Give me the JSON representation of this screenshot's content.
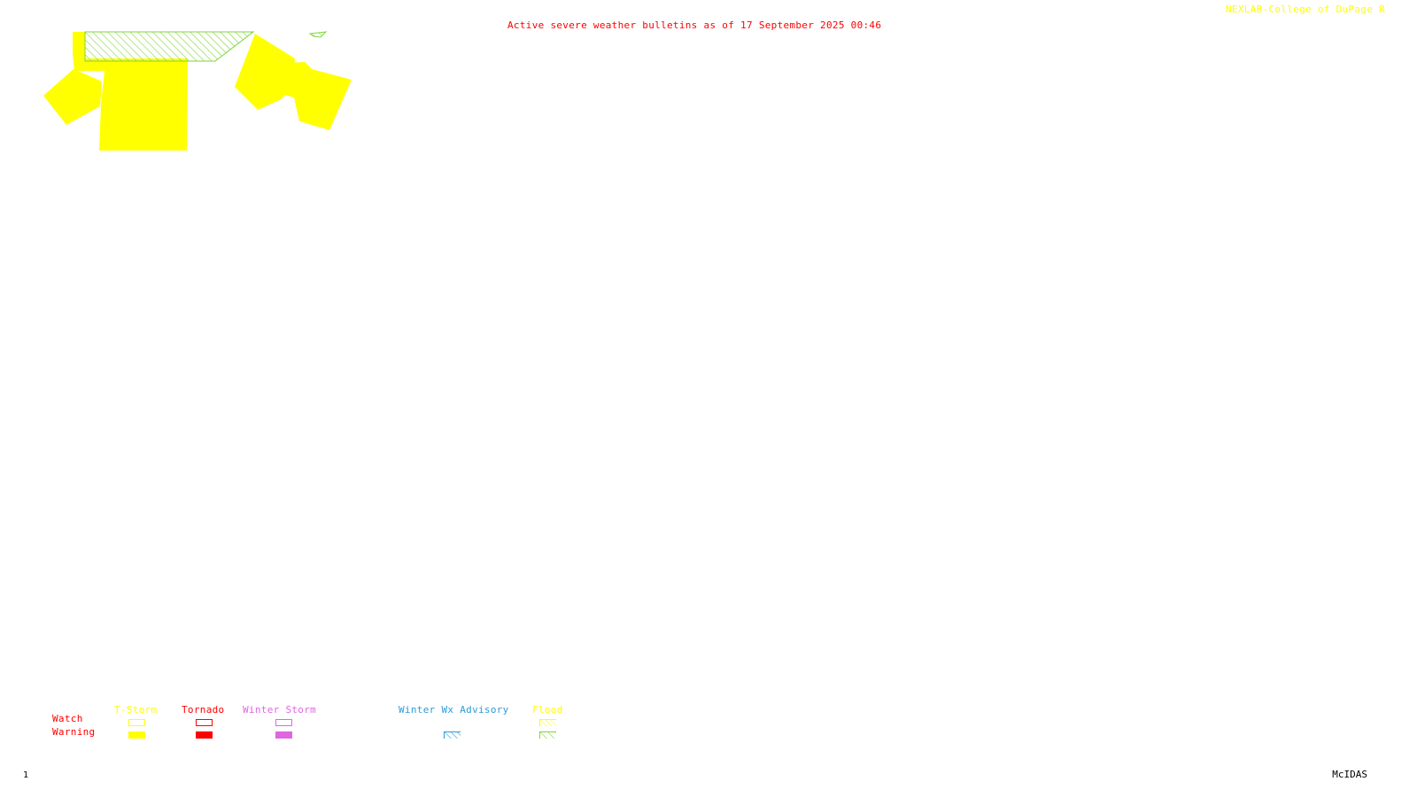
{
  "header": {
    "title": "Active severe weather bulletins as of 17 September 2025 00:46",
    "credit": "NEXLAB-College of DuPage R"
  },
  "colors": {
    "title": "#ff0000",
    "credit": "#ffff00",
    "tstorm": "#ffff00",
    "tornado": "#ff0000",
    "winter_storm": "#e066e0",
    "winter_wx_advisory": "#2f9bd8",
    "flood_label": "#ffff00",
    "flood_hatch": "#7fd63a",
    "row_labels": "#ff0000"
  },
  "legend": {
    "row_labels": [
      "Watch",
      "Warning"
    ],
    "categories": [
      {
        "label": "T-Storm",
        "watch": "outline",
        "warning": "solid"
      },
      {
        "label": "Tornado",
        "watch": "outline",
        "warning": "solid"
      },
      {
        "label": "Winter Storm",
        "watch": "outline",
        "warning": "solid"
      },
      {
        "label": "Winter Wx Advisory",
        "watch": "none",
        "warning": "hatched"
      },
      {
        "label": "Flood",
        "watch": "hatched-outline",
        "warning": "hatched"
      }
    ]
  },
  "map": {
    "active_bulletins": [
      "T-Storm Warning",
      "Flood Warning"
    ]
  },
  "footer": {
    "frame_number": "1",
    "software": "McIDAS"
  }
}
